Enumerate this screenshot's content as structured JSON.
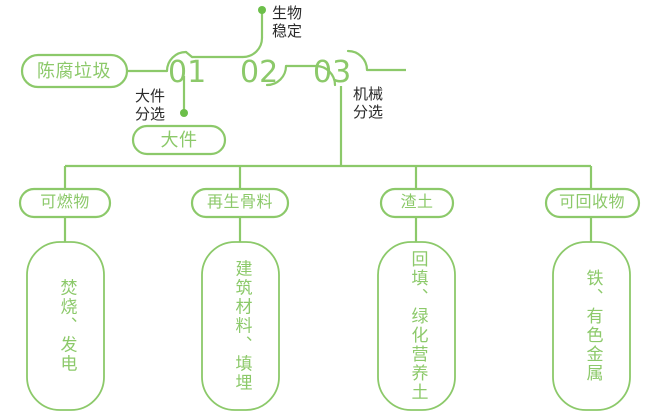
{
  "diagram": {
    "type": "process-flow-tree",
    "colors": {
      "accent_green": "#8cc96a",
      "dot_green": "#6cbf4a",
      "dark_text": "#2a2a2a",
      "background": "#ffffff"
    },
    "source": {
      "label": "陈腐垃圾"
    },
    "stages": [
      {
        "number": "01",
        "process_label": "大件\n分选",
        "output": {
          "label": "大件"
        }
      },
      {
        "number": "02",
        "process_label": "生物\n稳定",
        "output": null
      },
      {
        "number": "03",
        "process_label": "机械\n分选",
        "output": null
      }
    ],
    "branches": [
      {
        "title": "可燃物",
        "detail": "焚烧、发电"
      },
      {
        "title": "再生骨料",
        "detail": "建筑材料、填埋"
      },
      {
        "title": "渣土",
        "detail": "回填、绿化营养土"
      },
      {
        "title": "可回收物",
        "detail": "铁、有色金属"
      }
    ]
  }
}
